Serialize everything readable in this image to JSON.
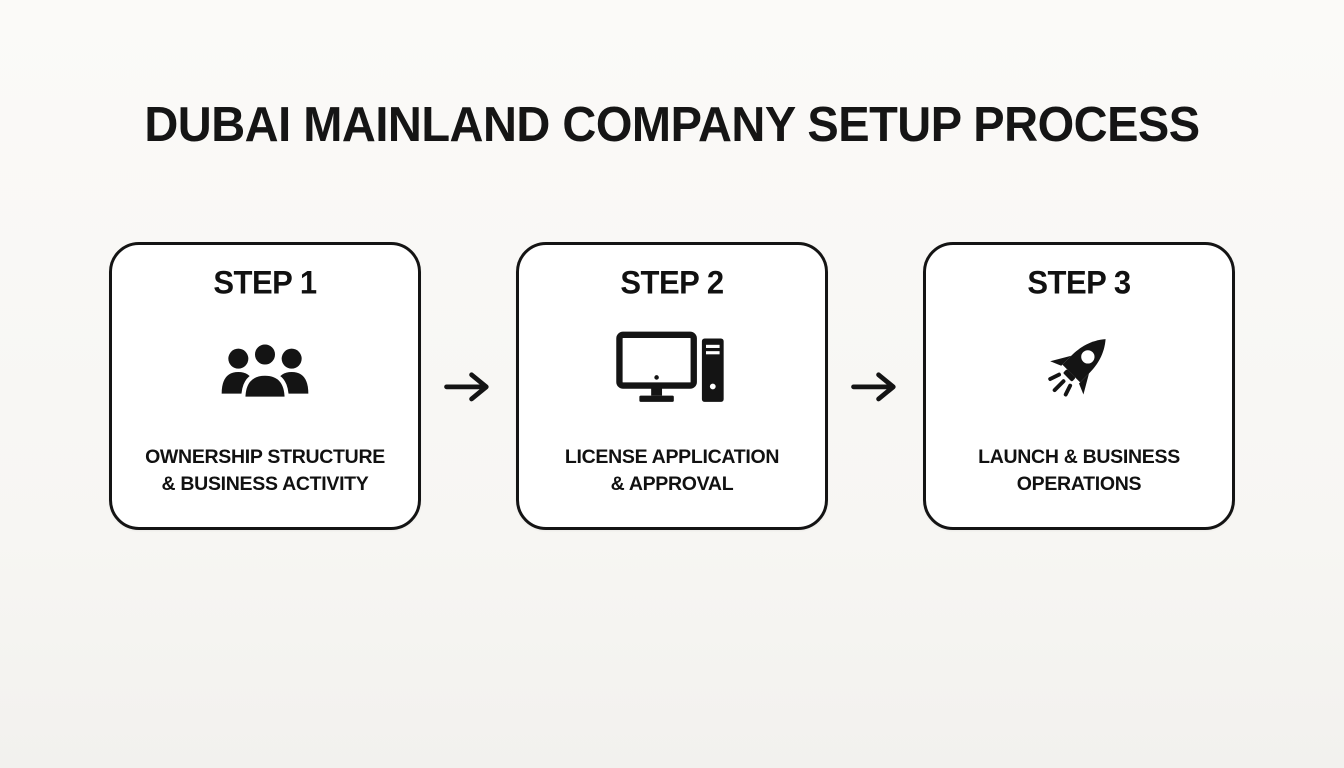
{
  "title": "DUBAI MAINLAND COMPANY SETUP PROCESS",
  "steps": [
    {
      "label": "STEP 1",
      "icon": "people-icon",
      "caption_line1": "OWNERSHIP STRUCTURE",
      "caption_line2": "& BUSINESS ACTIVITY"
    },
    {
      "label": "STEP 2",
      "icon": "computer-icon",
      "caption_line1": "LICENSE APPLICATION",
      "caption_line2": "& APPROVAL"
    },
    {
      "label": "STEP 3",
      "icon": "rocket-icon",
      "caption_line1": "LAUNCH & BUSINESS",
      "caption_line2": "OPERATIONS"
    }
  ],
  "colors": {
    "ink": "#111111",
    "card_background": "#ffffff",
    "page_background": "#f8f7f4"
  }
}
